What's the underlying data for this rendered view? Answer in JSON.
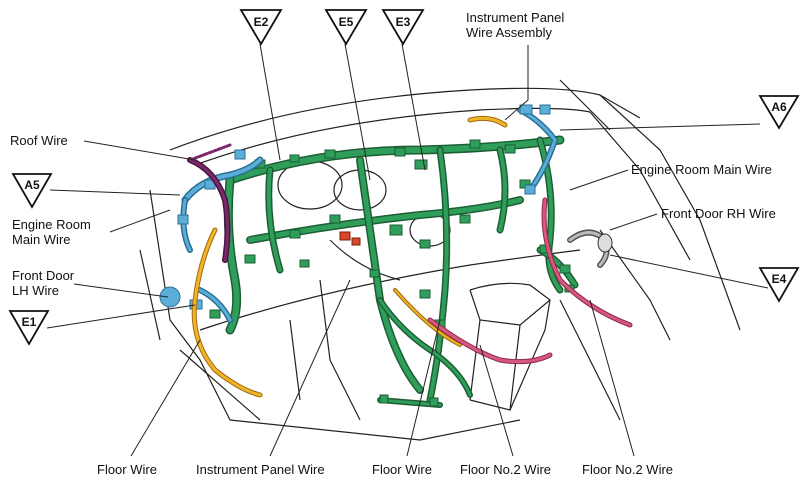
{
  "colors": {
    "green": "#1e8c4a",
    "green_fill": "#2e9e5a",
    "blue": "#5aaed8",
    "purple": "#7a2a6a",
    "orange": "#f0b429",
    "pink": "#d9577f",
    "outline": "#222222",
    "red": "#d9462a"
  },
  "connectors": {
    "e2": "E2",
    "e5": "E5",
    "e3": "E3",
    "a6": "A6",
    "a5": "A5",
    "e1": "E1",
    "e4": "E4"
  },
  "labels": {
    "instrument_panel_assembly_line1": "Instrument Panel",
    "instrument_panel_assembly_line2": "Wire Assembly",
    "roof_wire": "Roof Wire",
    "engine_room_main_left_line1": "Engine Room",
    "engine_room_main_left_line2": "Main Wire",
    "front_door_lh_line1": "Front Door",
    "front_door_lh_line2": "LH Wire",
    "engine_room_main_right": "Engine Room Main Wire",
    "front_door_rh": "Front Door RH Wire",
    "floor_wire_left": "Floor Wire",
    "instrument_panel_wire": "Instrument Panel Wire",
    "floor_wire_center": "Floor Wire",
    "floor_no2_wire_left": "Floor No.2 Wire",
    "floor_no2_wire_right": "Floor No.2 Wire"
  }
}
